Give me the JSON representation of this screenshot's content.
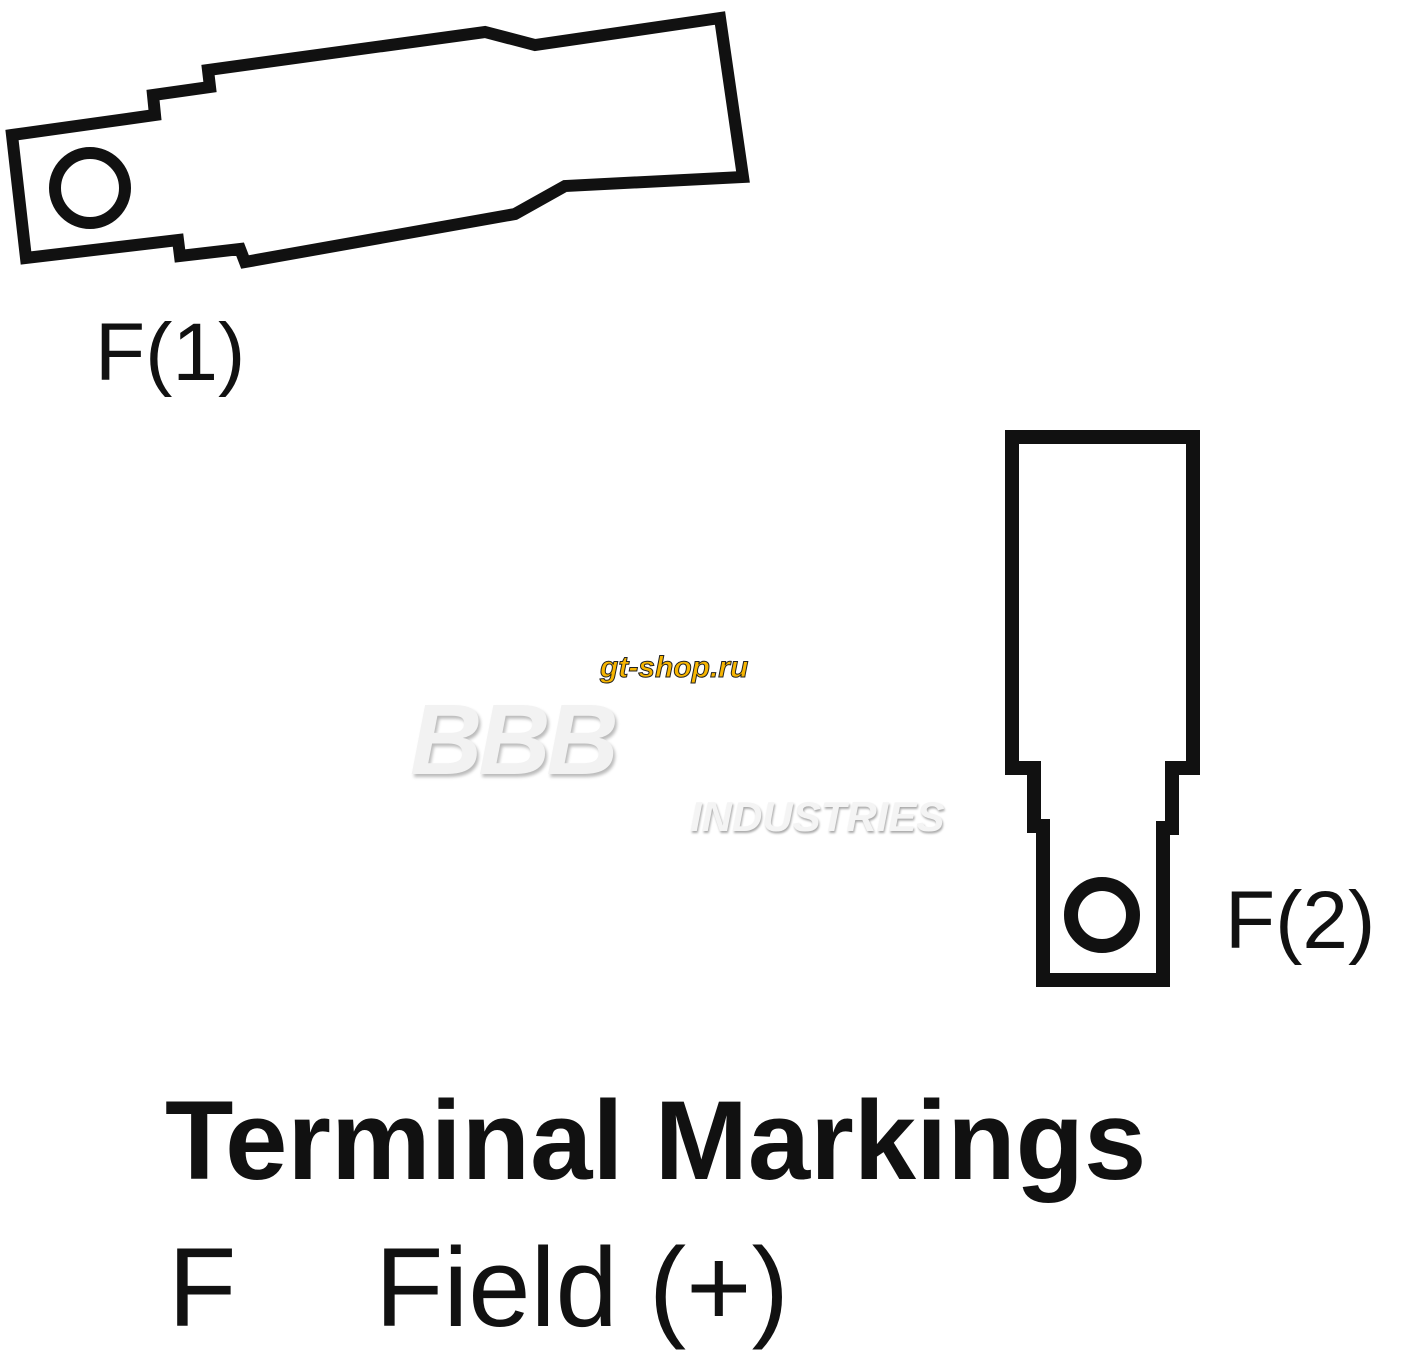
{
  "terminals": [
    {
      "label": "F(1)"
    },
    {
      "label": "F(2)"
    }
  ],
  "title": "Terminal Markings",
  "legend": [
    {
      "key": "F",
      "value": "Field (+)"
    }
  ],
  "watermark": {
    "brand": "BBB",
    "subtitle": "INDUSTRIES",
    "shop": "gt-shop.ru"
  },
  "colors": {
    "line": "#111111",
    "background": "#ffffff",
    "shop_accent": "#f7b500"
  }
}
